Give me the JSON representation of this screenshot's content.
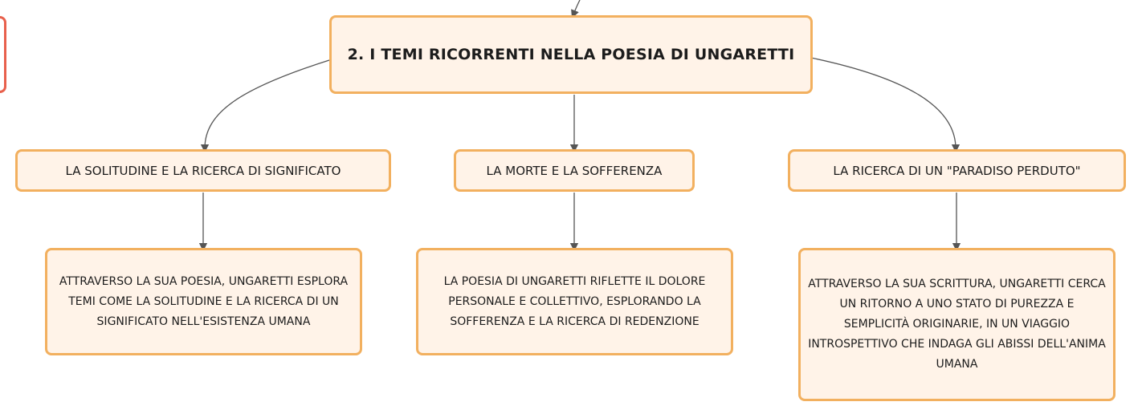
{
  "root": {
    "title": "2. I TEMI RICORRENTI NELLA POESIA DI UNGARETTI"
  },
  "themes": [
    {
      "label": "LA SOLITUDINE E LA RICERCA DI SIGNIFICATO",
      "detail": "ATTRAVERSO LA SUA POESIA, UNGARETTI ESPLORA TEMI COME LA SOLITUDINE E LA RICERCA DI UN SIGNIFICATO NELL'ESISTENZA UMANA"
    },
    {
      "label": "LA MORTE E LA SOFFERENZA",
      "detail": "LA POESIA DI UNGARETTI RIFLETTE IL DOLORE PERSONALE E COLLETTIVO, ESPLORANDO LA SOFFERENZA E LA RICERCA DI REDENZIONE"
    },
    {
      "label": "LA RICERCA DI UN \"PARADISO PERDUTO\"",
      "detail": "ATTRAVERSO LA SUA SCRITTURA, UNGARETTI CERCA UN RITORNO A UNO STATO DI PUREZZA E SEMPLICITÀ ORIGINARIE, IN UN VIAGGIO INTROSPETTIVO CHE INDAGA GLI ABISSI DELL'ANIMA UMANA"
    }
  ],
  "colors": {
    "node_fill": "#fff3e8",
    "node_border": "#f2b05f",
    "connector": "#555555",
    "offscreen_node_border": "#e8604c"
  }
}
